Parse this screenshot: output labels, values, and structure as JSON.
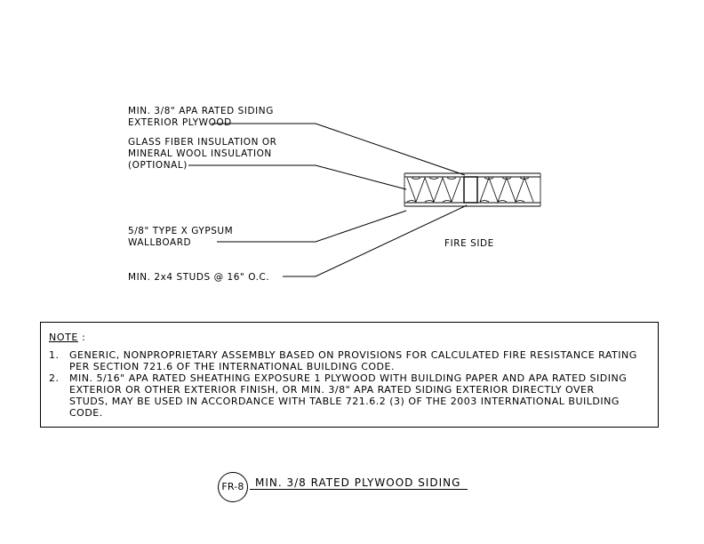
{
  "callouts": {
    "plywood": "MIN. 3/8\" APA RATED SIDING\nEXTERIOR PLYWOOD",
    "insulation": "GLASS FIBER INSULATION OR\nMINERAL WOOL INSULATION\n(OPTIONAL)",
    "gypsum": "5/8\" TYPE X GYPSUM\nWALLBOARD",
    "studs": "MIN. 2x4 STUDS @ 16\" O.C."
  },
  "fire_side_label": "FIRE SIDE",
  "note": {
    "heading": "NOTE",
    "colon": " :",
    "items": [
      {
        "num": "1.",
        "text": "GENERIC, NONPROPRIETARY ASSEMBLY BASED ON PROVISIONS FOR CALCULATED FIRE RESISTANCE RATING\nPER SECTION 721.6 OF THE INTERNATIONAL BUILDING CODE."
      },
      {
        "num": "2.",
        "text": "MIN. 5/16\" APA RATED SHEATHING EXPOSURE 1 PLYWOOD WITH BUILDING PAPER AND APA RATED SIDING\nEXTERIOR OR OTHER EXTERIOR FINISH, OR MIN. 3/8\" APA RATED SIDING EXTERIOR DIRECTLY OVER\nSTUDS, MAY BE USED IN ACCORDANCE WITH TABLE 721.6.2 (3) OF THE 2003 INTERNATIONAL BUILDING\nCODE."
      }
    ]
  },
  "detail_tag": {
    "id": "FR-8",
    "title": "MIN. 3/8 RATED PLYWOOD SIDING"
  }
}
